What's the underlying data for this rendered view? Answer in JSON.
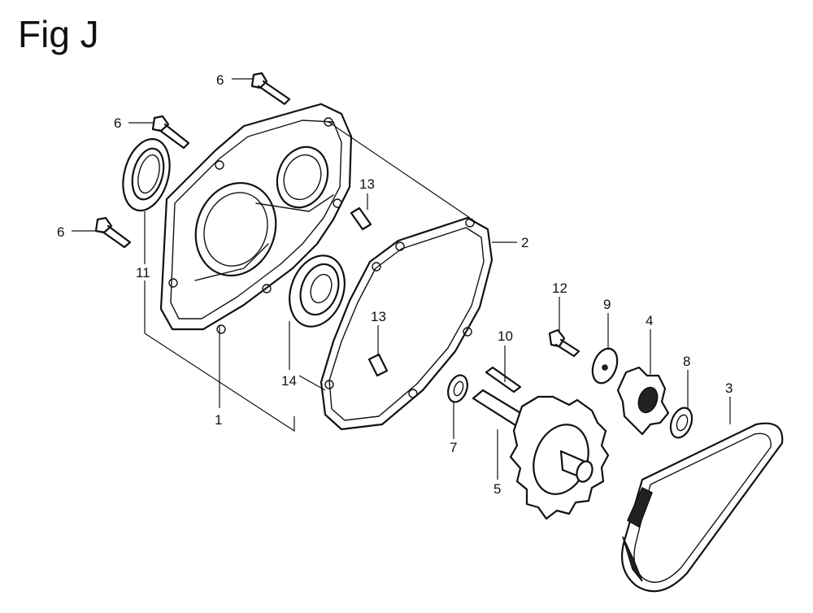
{
  "figure": {
    "title": "Fig J"
  },
  "callouts": {
    "c1": "1",
    "c2": "2",
    "c3": "3",
    "c4": "4",
    "c5": "5",
    "c6a": "6",
    "c6b": "6",
    "c6c": "6",
    "c7": "7",
    "c8": "8",
    "c9": "9",
    "c10": "10",
    "c11": "11",
    "c12": "12",
    "c13a": "13",
    "c13b": "13",
    "c14": "14"
  }
}
